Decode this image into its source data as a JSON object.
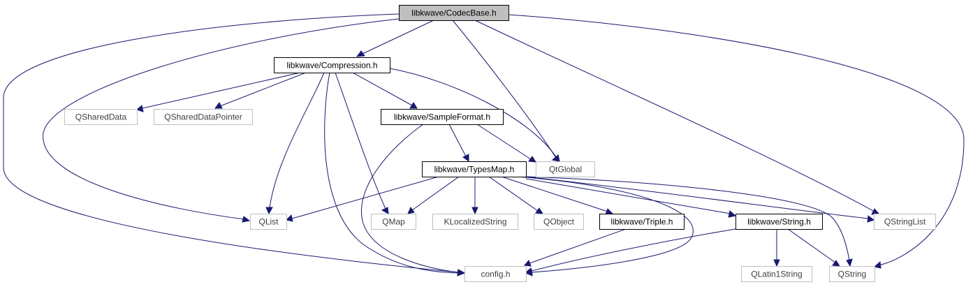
{
  "diagram": {
    "colors": {
      "edge": "#191970",
      "root_fill": "#bfbfbf",
      "local_border": "#000000",
      "external_border": "#bfbfbf",
      "local_text": "#000000",
      "external_text": "#404040"
    },
    "nodes": [
      {
        "id": "codecbase",
        "label": "libkwave/CodecBase.h",
        "kind": "root"
      },
      {
        "id": "compression",
        "label": "libkwave/Compression.h",
        "kind": "local"
      },
      {
        "id": "qshareddata",
        "label": "QSharedData",
        "kind": "external"
      },
      {
        "id": "qshareddatapointer",
        "label": "QSharedDataPointer",
        "kind": "external"
      },
      {
        "id": "sampleformat",
        "label": "libkwave/SampleFormat.h",
        "kind": "local"
      },
      {
        "id": "qtglobal",
        "label": "QtGlobal",
        "kind": "external"
      },
      {
        "id": "typesmap",
        "label": "libkwave/TypesMap.h",
        "kind": "local"
      },
      {
        "id": "qlist",
        "label": "QList",
        "kind": "external"
      },
      {
        "id": "qmap",
        "label": "QMap",
        "kind": "external"
      },
      {
        "id": "klocalizedstring",
        "label": "KLocalizedString",
        "kind": "external"
      },
      {
        "id": "qobject",
        "label": "QObject",
        "kind": "external"
      },
      {
        "id": "triple",
        "label": "libkwave/Triple.h",
        "kind": "local"
      },
      {
        "id": "string",
        "label": "libkwave/String.h",
        "kind": "local"
      },
      {
        "id": "qstringlist",
        "label": "QStringList",
        "kind": "external"
      },
      {
        "id": "config",
        "label": "config.h",
        "kind": "external"
      },
      {
        "id": "qlatin1string",
        "label": "QLatin1String",
        "kind": "external"
      },
      {
        "id": "qstring",
        "label": "QString",
        "kind": "external"
      }
    ],
    "edges": [
      {
        "from": "codecbase",
        "to": "compression"
      },
      {
        "from": "codecbase",
        "to": "qtglobal"
      },
      {
        "from": "codecbase",
        "to": "qstringlist"
      },
      {
        "from": "codecbase",
        "to": "qstring"
      },
      {
        "from": "codecbase",
        "to": "qlist"
      },
      {
        "from": "codecbase",
        "to": "config"
      },
      {
        "from": "compression",
        "to": "qshareddata"
      },
      {
        "from": "compression",
        "to": "qshareddatapointer"
      },
      {
        "from": "compression",
        "to": "sampleformat"
      },
      {
        "from": "compression",
        "to": "qtglobal"
      },
      {
        "from": "compression",
        "to": "qlist"
      },
      {
        "from": "compression",
        "to": "qmap"
      },
      {
        "from": "compression",
        "to": "config"
      },
      {
        "from": "sampleformat",
        "to": "typesmap"
      },
      {
        "from": "sampleformat",
        "to": "qtglobal"
      },
      {
        "from": "sampleformat",
        "to": "config"
      },
      {
        "from": "typesmap",
        "to": "qlist"
      },
      {
        "from": "typesmap",
        "to": "qmap"
      },
      {
        "from": "typesmap",
        "to": "klocalizedstring"
      },
      {
        "from": "typesmap",
        "to": "qobject"
      },
      {
        "from": "typesmap",
        "to": "triple"
      },
      {
        "from": "typesmap",
        "to": "string"
      },
      {
        "from": "typesmap",
        "to": "qstringlist"
      },
      {
        "from": "typesmap",
        "to": "qstring"
      },
      {
        "from": "typesmap",
        "to": "config"
      },
      {
        "from": "triple",
        "to": "config"
      },
      {
        "from": "string",
        "to": "config"
      },
      {
        "from": "string",
        "to": "qlatin1string"
      },
      {
        "from": "string",
        "to": "qstring"
      }
    ]
  }
}
